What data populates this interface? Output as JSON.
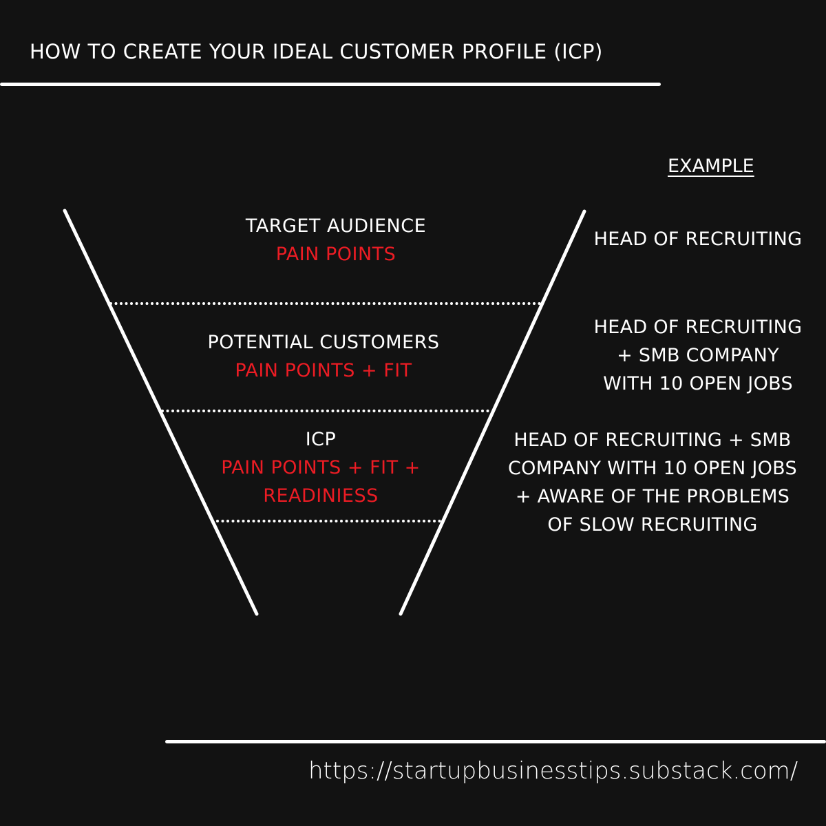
{
  "title": "HOW TO CREATE YOUR IDEAL CUSTOMER PROFILE (ICP)",
  "example_heading": "EXAMPLE",
  "stages": [
    {
      "name": "TARGET AUDIENCE",
      "metric": "PAIN POINTS"
    },
    {
      "name": "POTENTIAL CUSTOMERS",
      "metric": "PAIN POINTS + FIT"
    },
    {
      "name": "ICP",
      "metric": "PAIN POINTS + FIT +\nREADINIESS"
    }
  ],
  "examples": [
    "HEAD OF RECRUITING",
    "HEAD OF RECRUITING\n+ SMB COMPANY\nWITH 10 OPEN JOBS",
    "HEAD OF RECRUITING + SMB\nCOMPANY WITH 10 OPEN JOBS\n+ AWARE OF THE PROBLEMS\nOF SLOW RECRUITING"
  ],
  "footer_url": "https://startupbusinesstips.substack.com/",
  "colors": {
    "background": "#121212",
    "text": "#ffffff",
    "accent": "#ec1c24"
  }
}
